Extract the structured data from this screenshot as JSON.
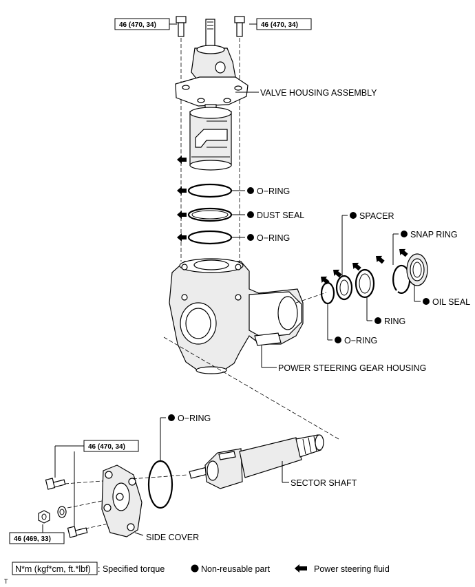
{
  "torque": {
    "valve_left": "46 (470, 34)",
    "valve_right": "46 (470, 34)",
    "side_cover_bolts": "46 (470, 34)",
    "side_cover_nut": "46 (469, 33)"
  },
  "labels": {
    "valve_housing": "VALVE HOUSING ASSEMBLY",
    "o_ring_upper": "O−RING",
    "dust_seal": "DUST SEAL",
    "o_ring_lower": "O−RING",
    "spacer": "SPACER",
    "snap_ring": "SNAP RING",
    "oil_seal": "OIL SEAL",
    "ring": "RING",
    "o_ring_housing": "O−RING",
    "gear_housing": "POWER STEERING GEAR HOUSING",
    "o_ring_side": "O−RING",
    "sector_shaft": "SECTOR SHAFT",
    "side_cover": "SIDE COVER"
  },
  "legend": {
    "torque_box": "N*m (kgf*cm, ft.*lbf)",
    "torque_text": ": Specified torque",
    "nonreusable": "Non-reusable part",
    "fluid": "Power steering fluid"
  },
  "footer": {
    "mark": "T"
  }
}
